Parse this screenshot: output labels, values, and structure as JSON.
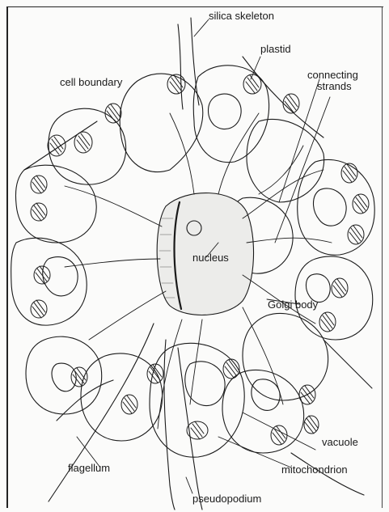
{
  "labels": {
    "silica_skeleton": "silica skeleton",
    "plastid": "plastid",
    "cell_boundary": "cell boundary",
    "connecting_strands_1": "connecting",
    "connecting_strands_2": "strands",
    "nucleus": "nucleus",
    "golgi_body": "Golgi body",
    "vacuole": "vacuole",
    "flagellum": "flagellum",
    "mitochondrion": "mitochondrion",
    "pseudopodium": "pseudopodium"
  },
  "colors": {
    "ink": "#1a1a1a",
    "paper": "#fbfbfa",
    "nucleus_fill": "#ececea"
  }
}
